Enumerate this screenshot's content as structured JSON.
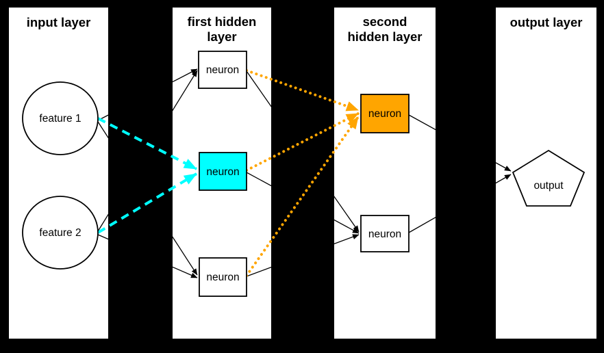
{
  "panels": [
    {
      "id": "input-layer",
      "title_lines": [
        "input layer"
      ]
    },
    {
      "id": "first-hidden-layer",
      "title_lines": [
        "first hidden",
        "layer"
      ]
    },
    {
      "id": "second-hidden-layer",
      "title_lines": [
        "second",
        "hidden layer"
      ]
    },
    {
      "id": "output-layer",
      "title_lines": [
        "output layer"
      ]
    }
  ],
  "nodes": {
    "feature1": {
      "label": "feature 1",
      "shape": "circle",
      "fill": "#ffffff"
    },
    "feature2": {
      "label": "feature 2",
      "shape": "circle",
      "fill": "#ffffff"
    },
    "h1_top": {
      "label": "neuron",
      "shape": "rect",
      "fill": "#ffffff"
    },
    "h1_mid": {
      "label": "neuron",
      "shape": "rect",
      "fill": "#00ffff"
    },
    "h1_bottom": {
      "label": "neuron",
      "shape": "rect",
      "fill": "#ffffff"
    },
    "h2_top": {
      "label": "neuron",
      "shape": "rect",
      "fill": "#ffa500"
    },
    "h2_bottom": {
      "label": "neuron",
      "shape": "rect",
      "fill": "#ffffff"
    },
    "output": {
      "label": "output",
      "shape": "pentagon",
      "fill": "#ffffff"
    }
  },
  "edges": [
    {
      "from": "feature1",
      "to": "h1_top",
      "style": "solid-black"
    },
    {
      "from": "feature2",
      "to": "h1_top",
      "style": "solid-black"
    },
    {
      "from": "feature1",
      "to": "h1_bottom",
      "style": "solid-black"
    },
    {
      "from": "feature2",
      "to": "h1_bottom",
      "style": "solid-black"
    },
    {
      "from": "feature1",
      "to": "h1_mid",
      "style": "dashed-cyan"
    },
    {
      "from": "feature2",
      "to": "h1_mid",
      "style": "dashed-cyan"
    },
    {
      "from": "h1_top",
      "to": "h2_top",
      "style": "dotted-orange"
    },
    {
      "from": "h1_mid",
      "to": "h2_top",
      "style": "dotted-orange"
    },
    {
      "from": "h1_bottom",
      "to": "h2_top",
      "style": "dotted-orange"
    },
    {
      "from": "h1_top",
      "to": "h2_bottom",
      "style": "solid-black"
    },
    {
      "from": "h1_mid",
      "to": "h2_bottom",
      "style": "solid-black"
    },
    {
      "from": "h1_bottom",
      "to": "h2_bottom",
      "style": "solid-black"
    },
    {
      "from": "h2_top",
      "to": "output",
      "style": "solid-black"
    },
    {
      "from": "h2_bottom",
      "to": "output",
      "style": "solid-black"
    }
  ],
  "colors": {
    "background": "#000000",
    "panel": "#ffffff",
    "edge_black": "#000000",
    "highlight_cyan": "#00ffff",
    "highlight_orange": "#ffa500"
  }
}
